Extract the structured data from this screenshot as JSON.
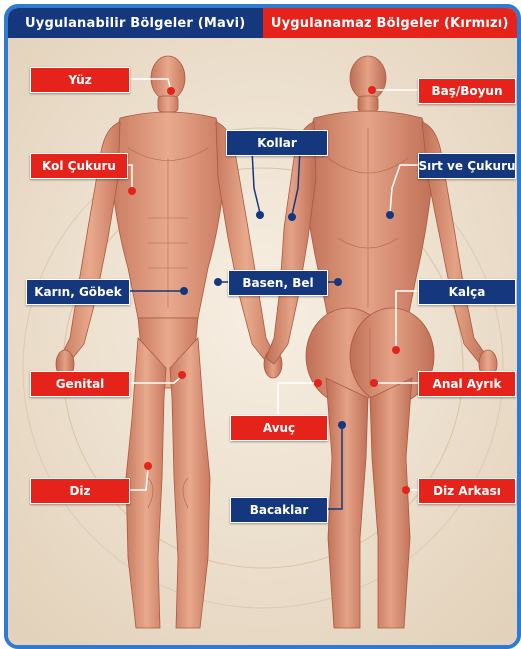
{
  "header": {
    "left_title": "Uygulanabilir Bölgeler (Mavi)",
    "right_title": "Uygulanamaz Bölgeler (Kırmızı)"
  },
  "colors": {
    "blue": "#15377d",
    "red": "#e5231b",
    "frame": "#2e7bd0"
  },
  "labels": {
    "yuz": "Yüz",
    "kol_cukuru": "Kol Çukuru",
    "karin_gobek": "Karın, Göbek",
    "genital": "Genital",
    "diz": "Diz",
    "kollar": "Kollar",
    "basen_bel": "Basen, Bel",
    "avuc": "Avuç",
    "bacaklar": "Bacaklar",
    "bas_boyun": "Baş/Boyun",
    "sirt_cukuru": "Sırt ve Çukuru",
    "kalca": "Kalça",
    "anal_ayrik": "Anal Ayrık",
    "diz_arkasi": "Diz Arkası"
  }
}
